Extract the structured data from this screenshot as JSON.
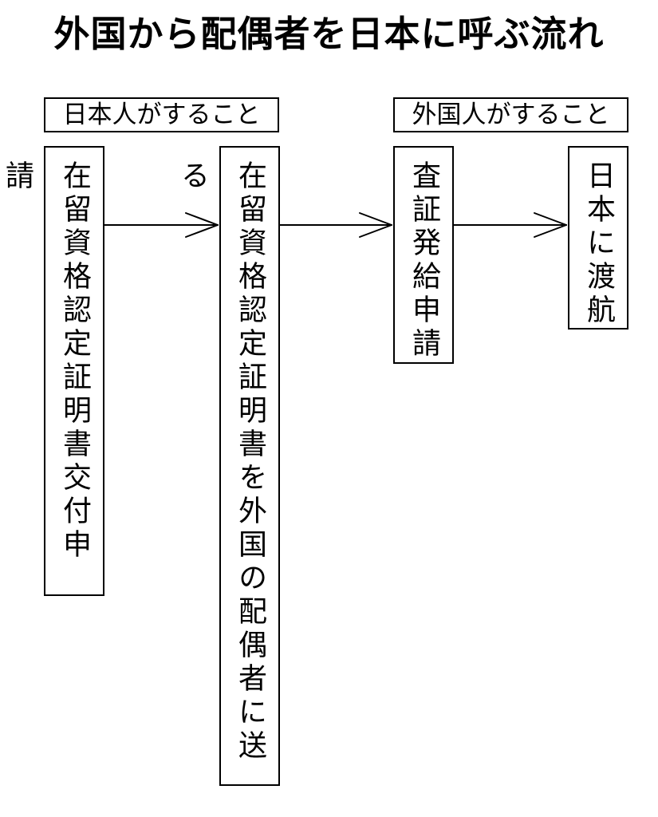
{
  "title": "外国から配偶者を日本に呼ぶ流れ",
  "labels": {
    "japanese_side": "日本人がすること",
    "foreign_side": "外国人がすること"
  },
  "steps": [
    {
      "text": "在留資格認定証明書交付申請"
    },
    {
      "text": "在留資格認定証明書を外国の配偶者に送る"
    },
    {
      "text": "査証発給申請"
    },
    {
      "text": "日本に渡航"
    }
  ],
  "colors": {
    "line": "#000000",
    "background": "#ffffff"
  }
}
